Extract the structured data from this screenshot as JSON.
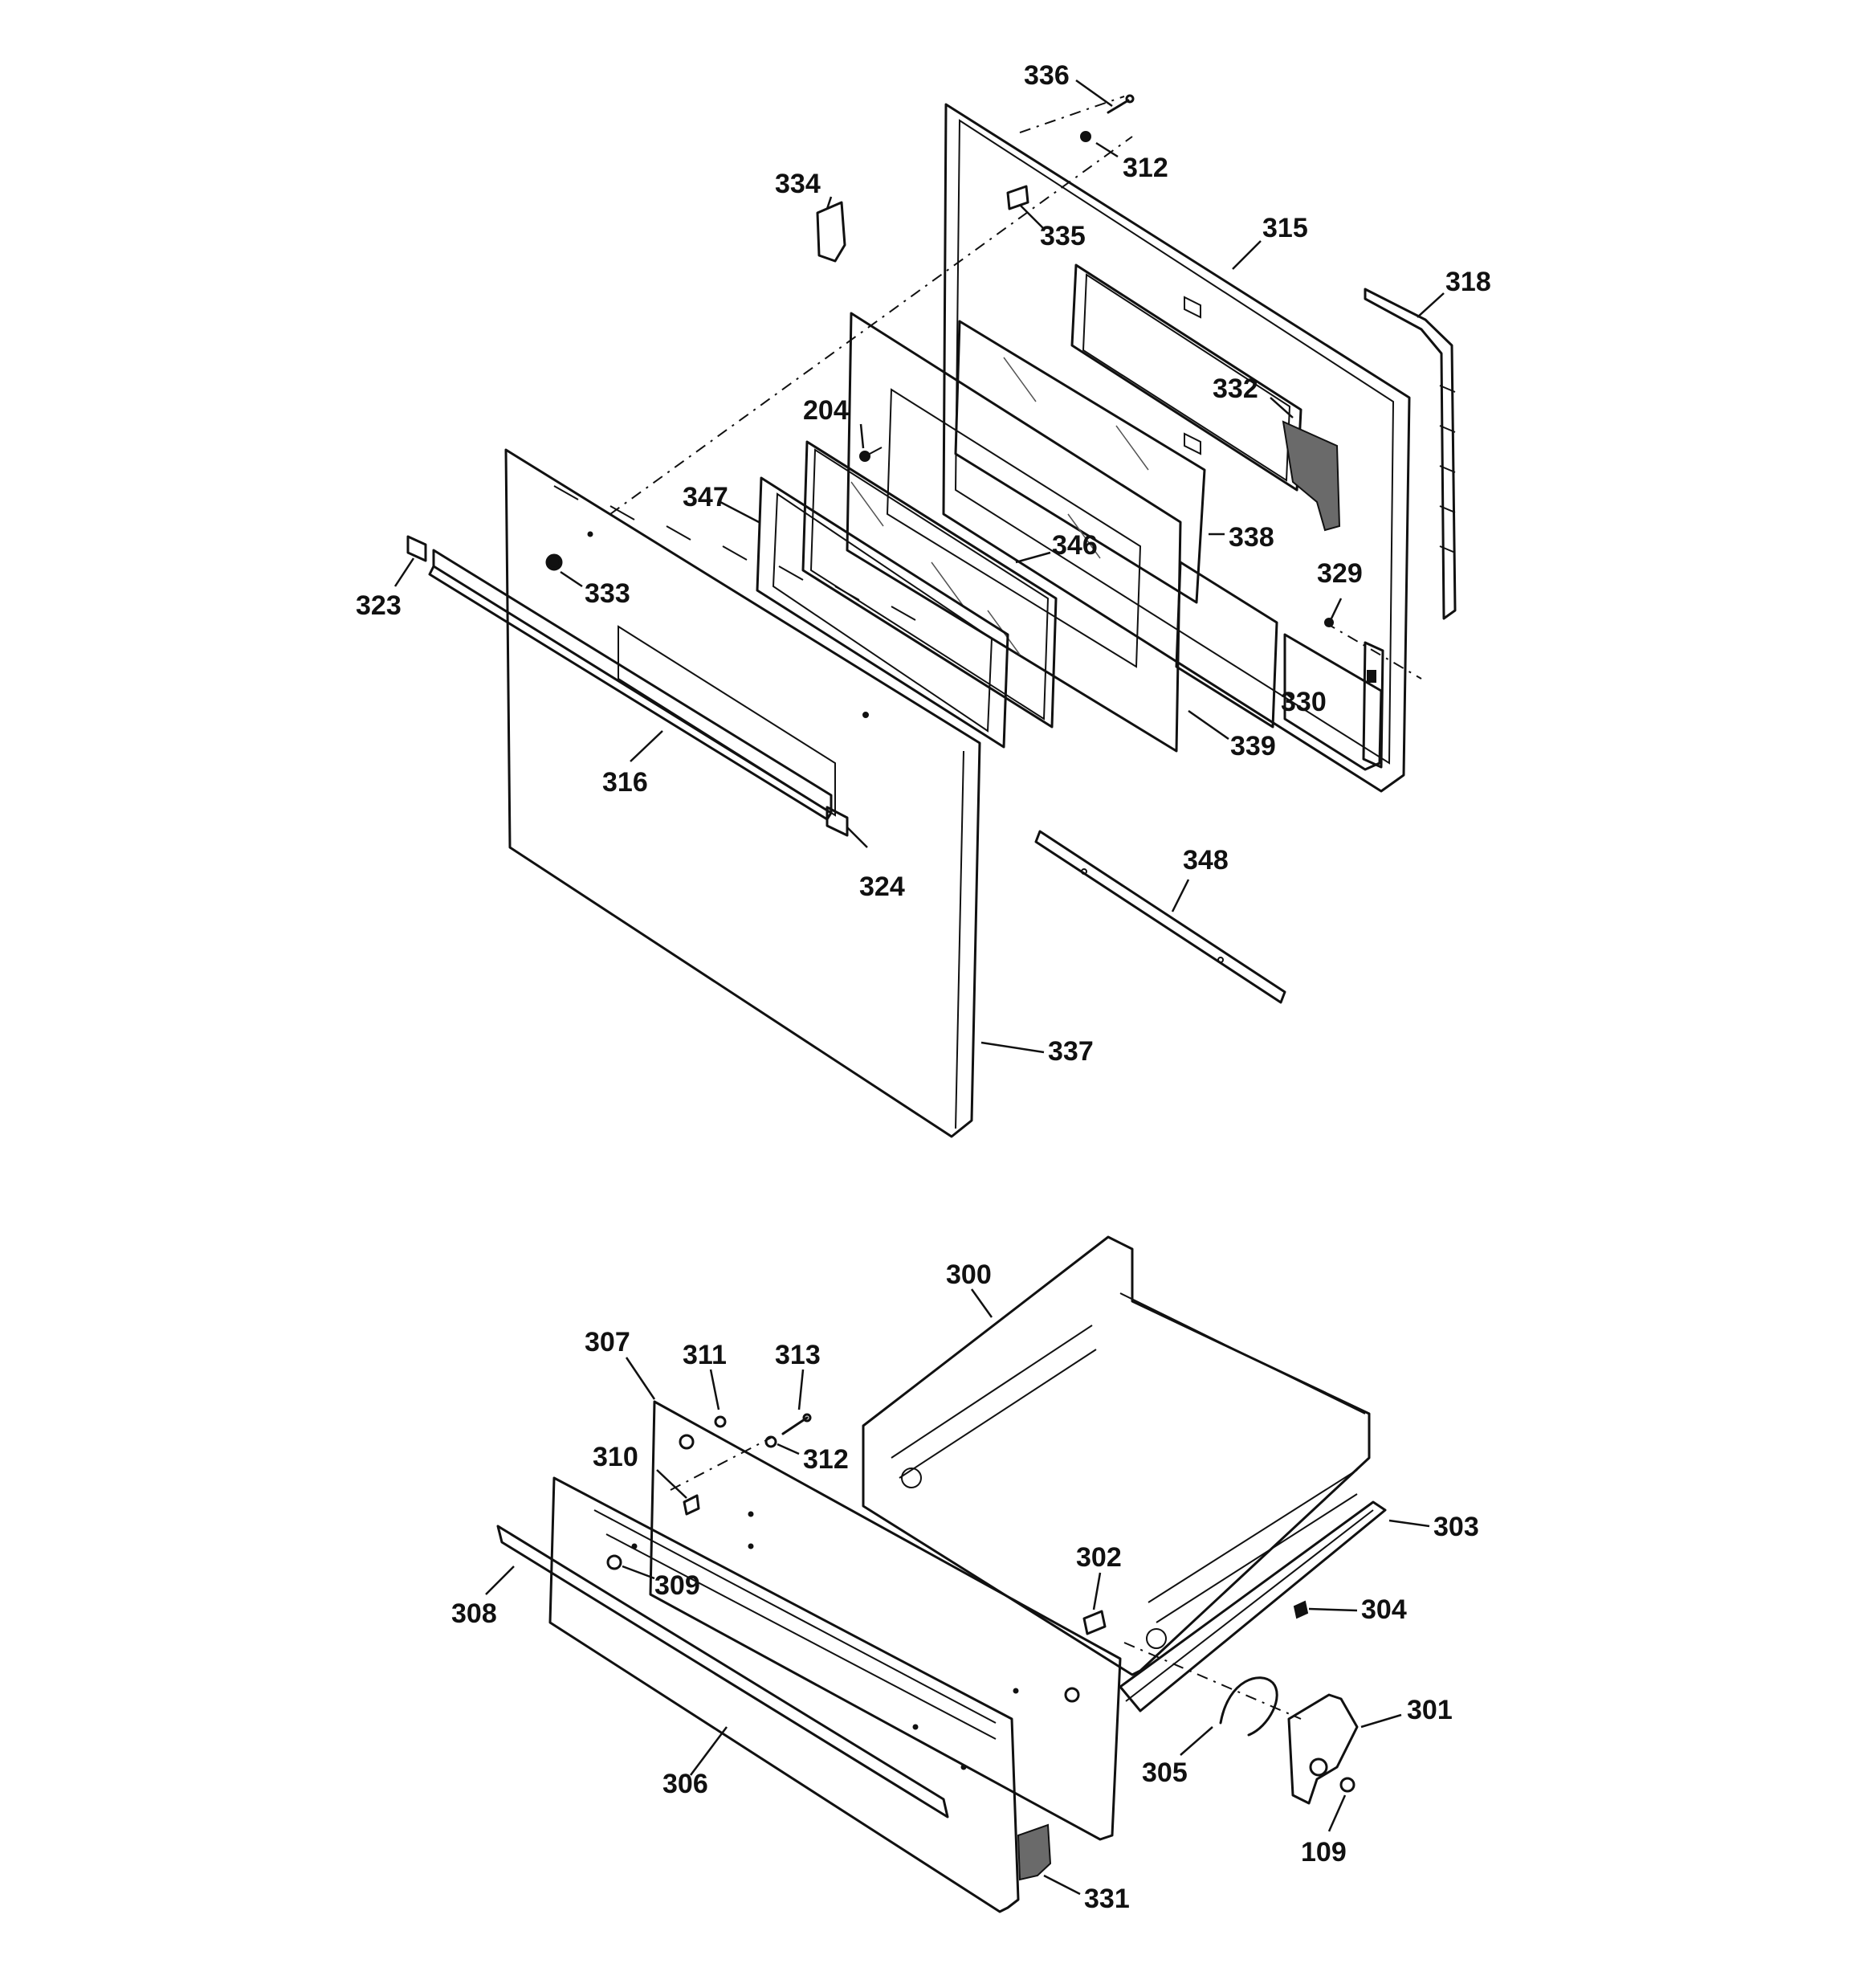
{
  "callouts": [
    {
      "num": "336"
    },
    {
      "num": "312"
    },
    {
      "num": "334"
    },
    {
      "num": "335"
    },
    {
      "num": "315"
    },
    {
      "num": "318"
    },
    {
      "num": "332"
    },
    {
      "num": "204"
    },
    {
      "num": "347"
    },
    {
      "num": "346"
    },
    {
      "num": "338"
    },
    {
      "num": "329"
    },
    {
      "num": "323"
    },
    {
      "num": "333"
    },
    {
      "num": "330"
    },
    {
      "num": "339"
    },
    {
      "num": "316"
    },
    {
      "num": "324"
    },
    {
      "num": "348"
    },
    {
      "num": "337"
    },
    {
      "num": "300"
    },
    {
      "num": "307"
    },
    {
      "num": "311"
    },
    {
      "num": "313"
    },
    {
      "num": "312"
    },
    {
      "num": "310"
    },
    {
      "num": "303"
    },
    {
      "num": "302"
    },
    {
      "num": "304"
    },
    {
      "num": "309"
    },
    {
      "num": "308"
    },
    {
      "num": "301"
    },
    {
      "num": "305"
    },
    {
      "num": "306"
    },
    {
      "num": "109"
    },
    {
      "num": "331"
    }
  ],
  "colors": {
    "line": "#111111",
    "background": "#ffffff"
  }
}
